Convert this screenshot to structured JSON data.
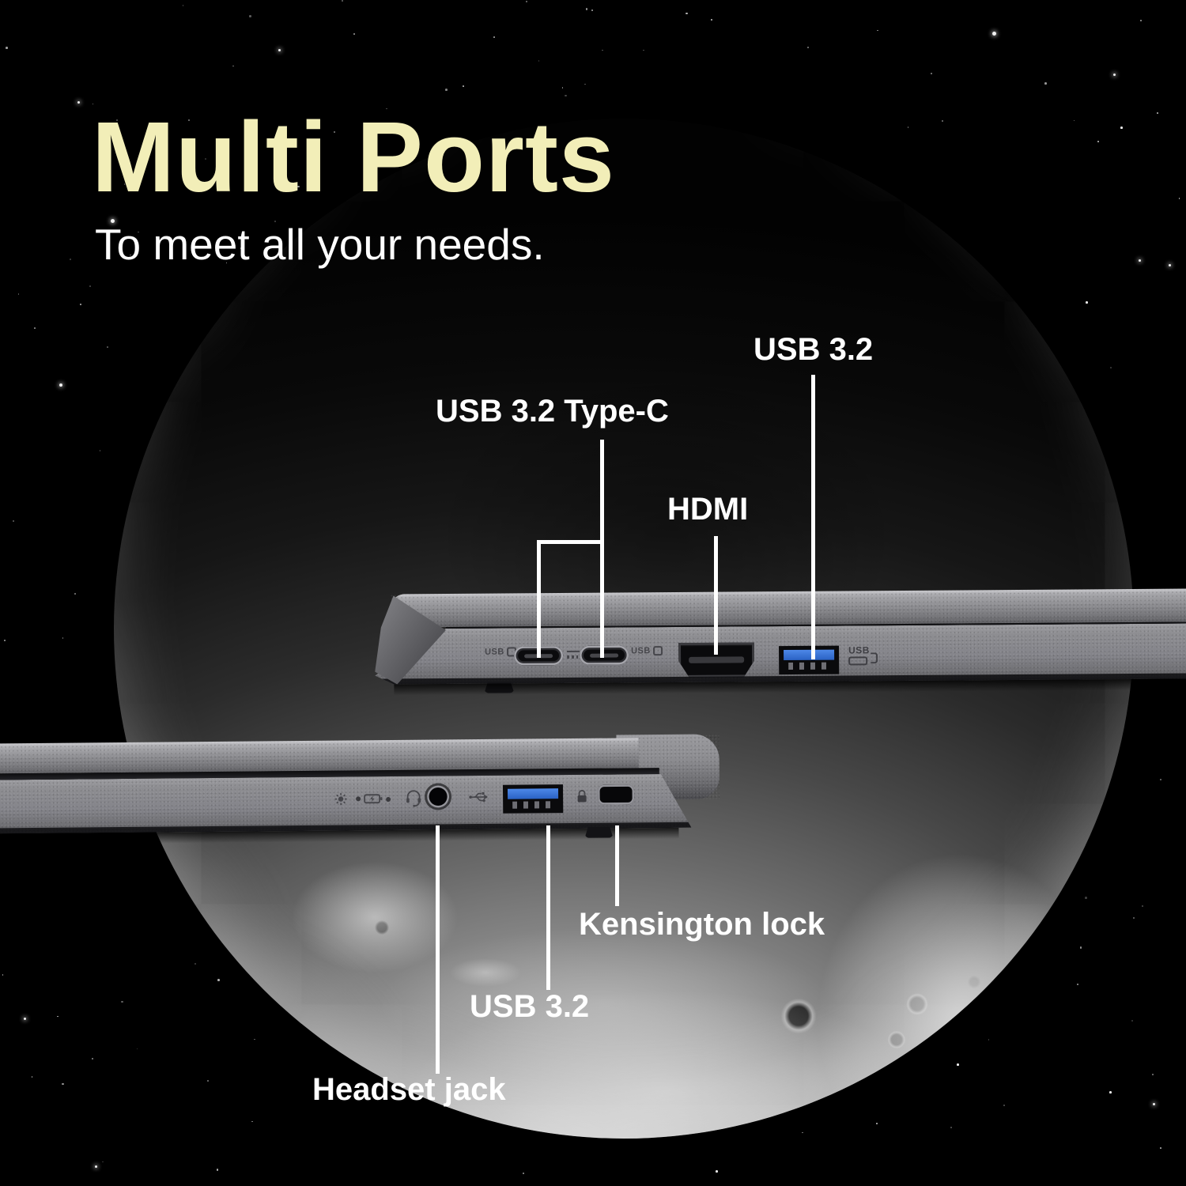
{
  "header": {
    "title": "Multi Ports",
    "subtitle": "To meet all your needs."
  },
  "callouts": {
    "top": [
      {
        "id": "usb-c-type",
        "label": "USB 3.2 Type-C",
        "ports": 2
      },
      {
        "id": "hdmi",
        "label": "HDMI",
        "ports": 1
      },
      {
        "id": "usb-a",
        "label": "USB 3.2",
        "ports": 1
      }
    ],
    "bottom": [
      {
        "id": "kensington",
        "label": "Kensington lock"
      },
      {
        "id": "usb-a",
        "label": "USB 3.2"
      },
      {
        "id": "headset",
        "label": "Headset jack"
      }
    ]
  },
  "marks": {
    "usb_logo": "USB",
    "usb_speed_logo": "USB"
  },
  "top_laptop": {
    "ports": [
      "usb-c",
      "usb-c",
      "hdmi",
      "usb-a"
    ],
    "engraved_icons": [
      "usb-logo-icon",
      "charging-indicator-icon",
      "usb-logo-icon",
      "usb-5gbps-icon"
    ]
  },
  "bottom_laptop": {
    "ports": [
      "headset-jack",
      "usb-a",
      "kensington-slot"
    ],
    "engraved_icons": [
      "brightness-indicator-icon",
      "power-led-icon",
      "battery-charging-icon",
      "charge-led-icon",
      "headset-icon",
      "usb-trident-icon",
      "padlock-icon"
    ]
  },
  "colors": {
    "background": "#000000",
    "title_text": "#f2eeb8",
    "label_text": "#ffffff",
    "callout_line": "#ffffff",
    "laptop_body": "#87878b",
    "usb_port_blue": "#2f6cd2",
    "moon_bright": "#c9c9c9"
  }
}
